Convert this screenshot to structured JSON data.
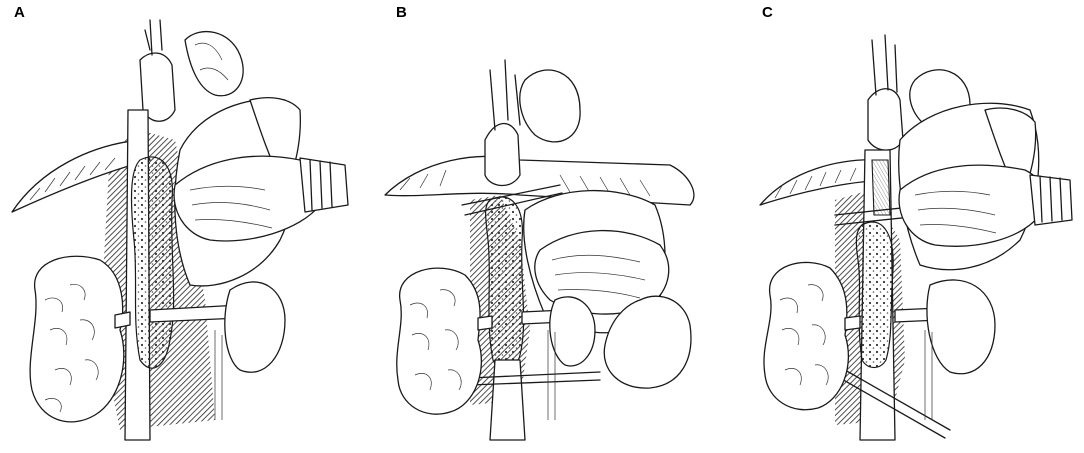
{
  "panels": [
    {
      "letter": "A"
    },
    {
      "letter": "B"
    },
    {
      "letter": "C"
    }
  ]
}
